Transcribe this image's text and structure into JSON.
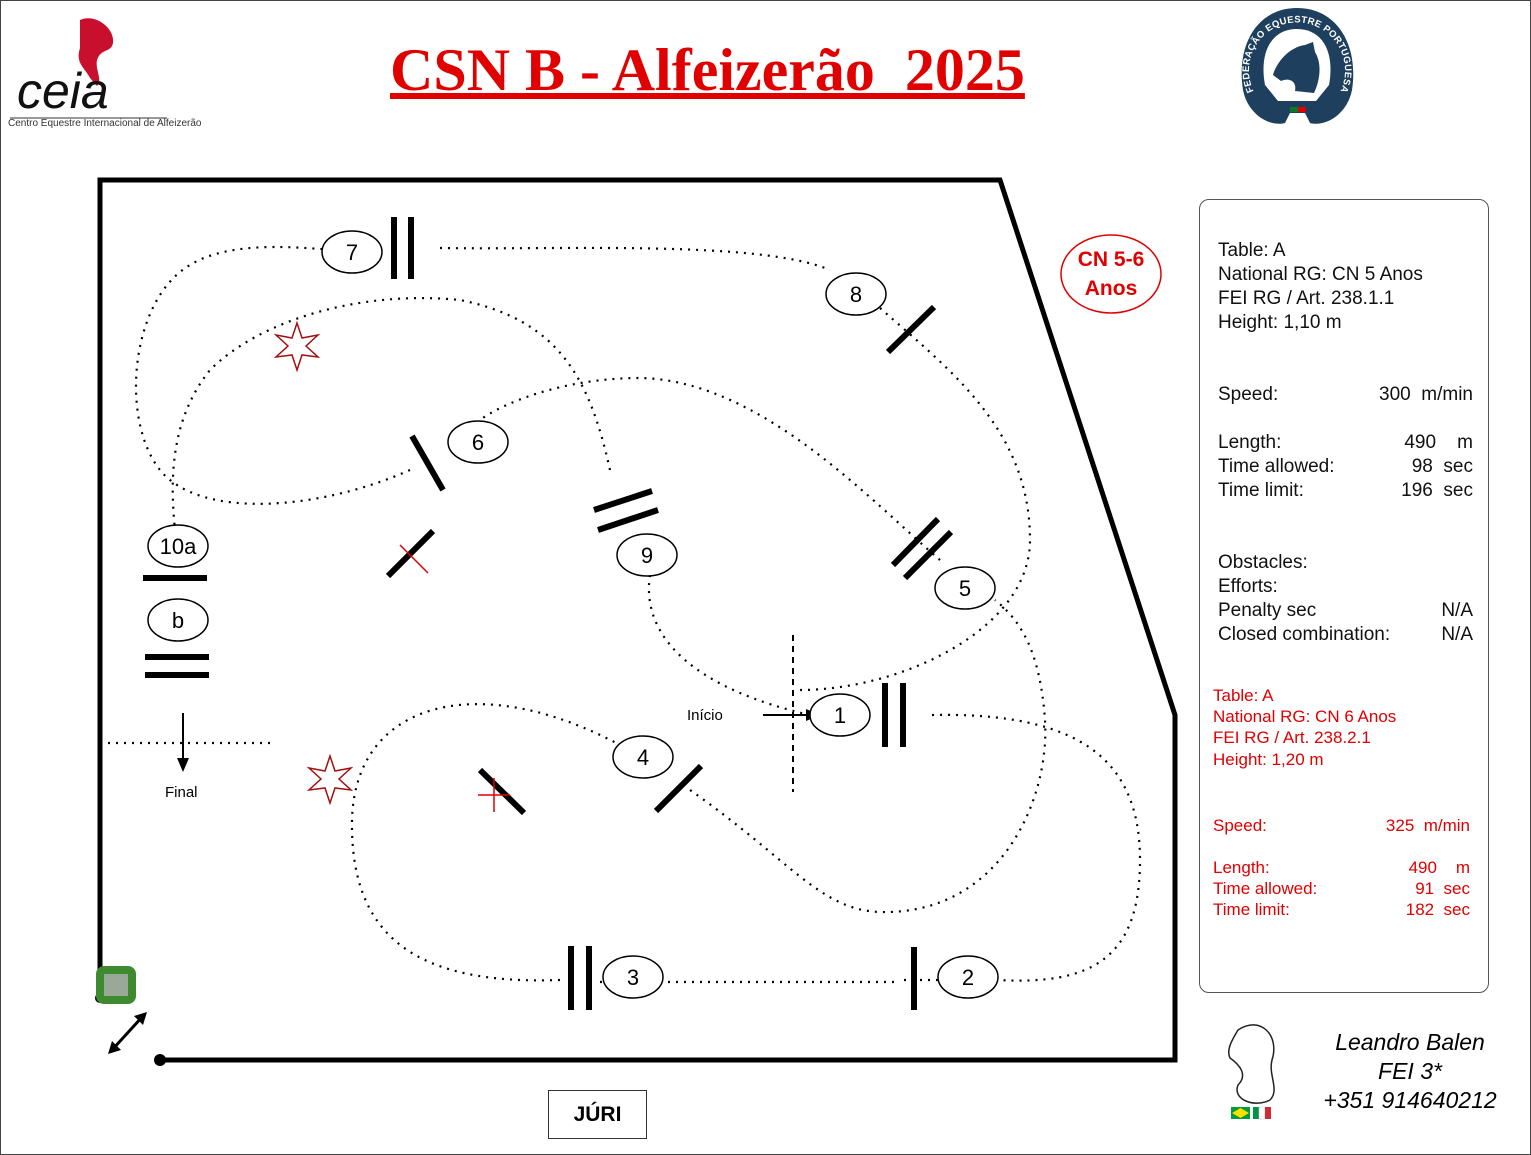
{
  "header": {
    "title": "CSN B - Alfeizerão  2025",
    "left_logo_text": "ceia",
    "left_logo_subtitle": "Centro Equestre Internacional de Alfeizerão",
    "right_logo_text": "FEDERAÇÃO EQUESTRE PORTUGUESA"
  },
  "badge": {
    "line1": "CN 5-6",
    "line2": "Anos"
  },
  "course": {
    "obstacles": [
      "7",
      "8",
      "6",
      "10a",
      "b",
      "9",
      "5",
      "1",
      "4",
      "3",
      "2"
    ],
    "start_label": "Início",
    "finish_label": "Final",
    "jury_label": "JÚRI"
  },
  "info_cn5": {
    "table": "Table: A",
    "national_rg": "National RG: CN 5 Anos",
    "fei_rg": "FEI RG / Art. 238.1.1",
    "height": "Height: 1,10  m",
    "speed_label": "Speed:",
    "speed_value": "300  m/min",
    "length_label": "Length:",
    "length_value": "490    m",
    "time_allowed_label": "Time allowed:",
    "time_allowed_value": "98  sec",
    "time_limit_label": "Time limit:",
    "time_limit_value": "196  sec",
    "obstacles_label": "Obstacles:",
    "efforts_label": "Efforts:",
    "penalty_label": "Penalty sec",
    "penalty_value": "N/A",
    "closed_label": "Closed combination:",
    "closed_value": "N/A"
  },
  "info_cn6": {
    "table": "Table: A",
    "national_rg": "National RG: CN 6 Anos",
    "fei_rg": "FEI RG / Art. 238.2.1",
    "height": "Height: 1,20  m",
    "speed_label": "Speed:",
    "speed_value": "325  m/min",
    "length_label": "Length:",
    "length_value": "490    m",
    "time_allowed_label": "Time allowed:",
    "time_allowed_value": "91  sec",
    "time_limit_label": "Time limit:",
    "time_limit_value": "182  sec"
  },
  "designer": {
    "name": "Leandro Balen",
    "level": "FEI 3*",
    "phone": "+351 914640212"
  },
  "colors": {
    "title": "#e00000",
    "info_red": "#e00000",
    "flower": "#a01010"
  }
}
